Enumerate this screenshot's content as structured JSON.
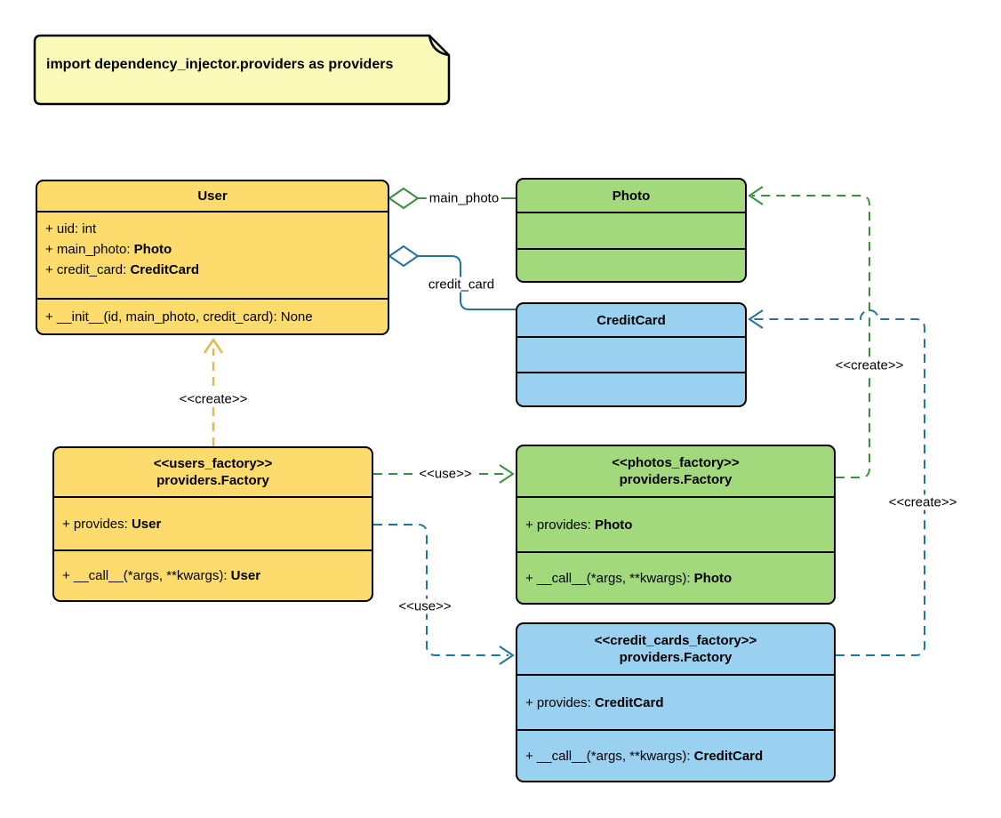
{
  "note": {
    "text": "import dependency_injector.providers as providers"
  },
  "colors": {
    "class_yellow_fill": "#FDDB6D",
    "class_green_fill": "#A1D97C",
    "class_blue_fill": "#9AD1F0",
    "note_fill": "#FBFBB9",
    "edge_green": "#3E8E41",
    "edge_blue": "#21749E",
    "edge_amber": "#E6B94F",
    "box_border": "#000000"
  },
  "classes": {
    "user": {
      "title": "User",
      "attributes": [
        {
          "text": "+ uid: int",
          "bold": ""
        },
        {
          "text": "+ main_photo: ",
          "bold": "Photo"
        },
        {
          "text": "+ credit_card: ",
          "bold": "CreditCard"
        }
      ],
      "methods": [
        {
          "text": "+ __init__(id, main_photo, credit_card): None",
          "bold": ""
        }
      ]
    },
    "photo": {
      "title": "Photo"
    },
    "credit_card": {
      "title": "CreditCard"
    },
    "users_factory": {
      "stereotype": "<<users_factory>>",
      "title": "providers.Factory",
      "attributes": [
        {
          "text": "+ provides: ",
          "bold": "User"
        }
      ],
      "methods": [
        {
          "text": "+ __call__(*args, **kwargs): ",
          "bold": "User"
        }
      ]
    },
    "photos_factory": {
      "stereotype": "<<photos_factory>>",
      "title": "providers.Factory",
      "attributes": [
        {
          "text": "+ provides: ",
          "bold": "Photo"
        }
      ],
      "methods": [
        {
          "text": "+ __call__(*args, **kwargs): ",
          "bold": "Photo"
        }
      ]
    },
    "credit_cards_factory": {
      "stereotype": "<<credit_cards_factory>>",
      "title": "providers.Factory",
      "attributes": [
        {
          "text": "+ provides: ",
          "bold": "CreditCard"
        }
      ],
      "methods": [
        {
          "text": "+ __call__(*args, **kwargs): ",
          "bold": "CreditCard"
        }
      ]
    }
  },
  "edges": {
    "main_photo_label": "main_photo",
    "credit_card_label": "credit_card",
    "users_create_label": "<<create>>",
    "photos_use_label": "<<use>>",
    "credit_cards_use_label": "<<use>>",
    "photos_create_label": "<<create>>",
    "credit_cards_create_label": "<<create>>"
  }
}
